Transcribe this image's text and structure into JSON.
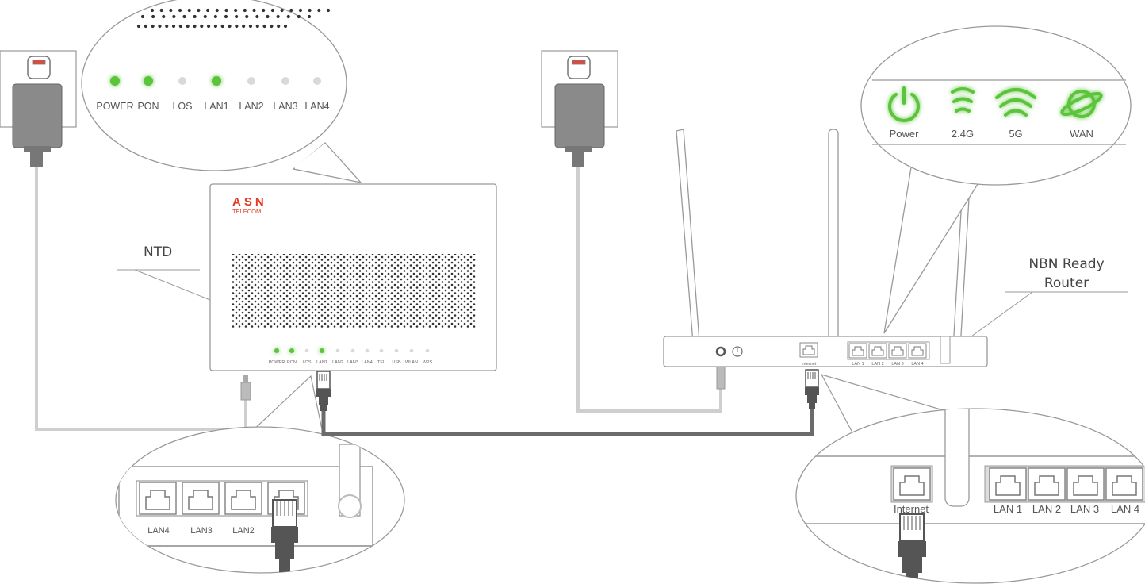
{
  "labels": {
    "ntd": "NTD",
    "router_line1": "NBN Ready",
    "router_line2": "Router"
  },
  "ntd": {
    "brand_top": "ASN",
    "brand_bottom": "TELECOM",
    "front_leds": [
      "POWER",
      "PON",
      "LOS",
      "LAN1",
      "LAN2",
      "LAN3",
      "LAN4",
      "TEL",
      "USB",
      "WLAN",
      "WPS"
    ]
  },
  "ntd_zoom": {
    "leds": [
      {
        "label": "POWER",
        "lit": true
      },
      {
        "label": "PON",
        "lit": true
      },
      {
        "label": "LOS",
        "lit": false
      },
      {
        "label": "LAN1",
        "lit": true
      },
      {
        "label": "LAN2",
        "lit": false
      },
      {
        "label": "LAN3",
        "lit": false
      },
      {
        "label": "LAN4",
        "lit": false
      }
    ],
    "ports": [
      "LAN4",
      "LAN3",
      "LAN2"
    ]
  },
  "router": {
    "internet_label": "Internet",
    "lan_labels": [
      "LAN 1",
      "LAN 2",
      "LAN 3",
      "LAN 4"
    ]
  },
  "router_zoom": {
    "leds": [
      "Power",
      "2.4G",
      "5G",
      "WAN"
    ],
    "internet_label": "Internet",
    "lan_labels": [
      "LAN 1",
      "LAN 2",
      "LAN 3",
      "LAN 4"
    ]
  },
  "colors": {
    "led_green": "#5cc43a",
    "led_off": "#d9d9d9",
    "brand_red": "#e8371e",
    "cable_dark": "#6b6b6b",
    "cable_light": "#c8c8c8"
  }
}
